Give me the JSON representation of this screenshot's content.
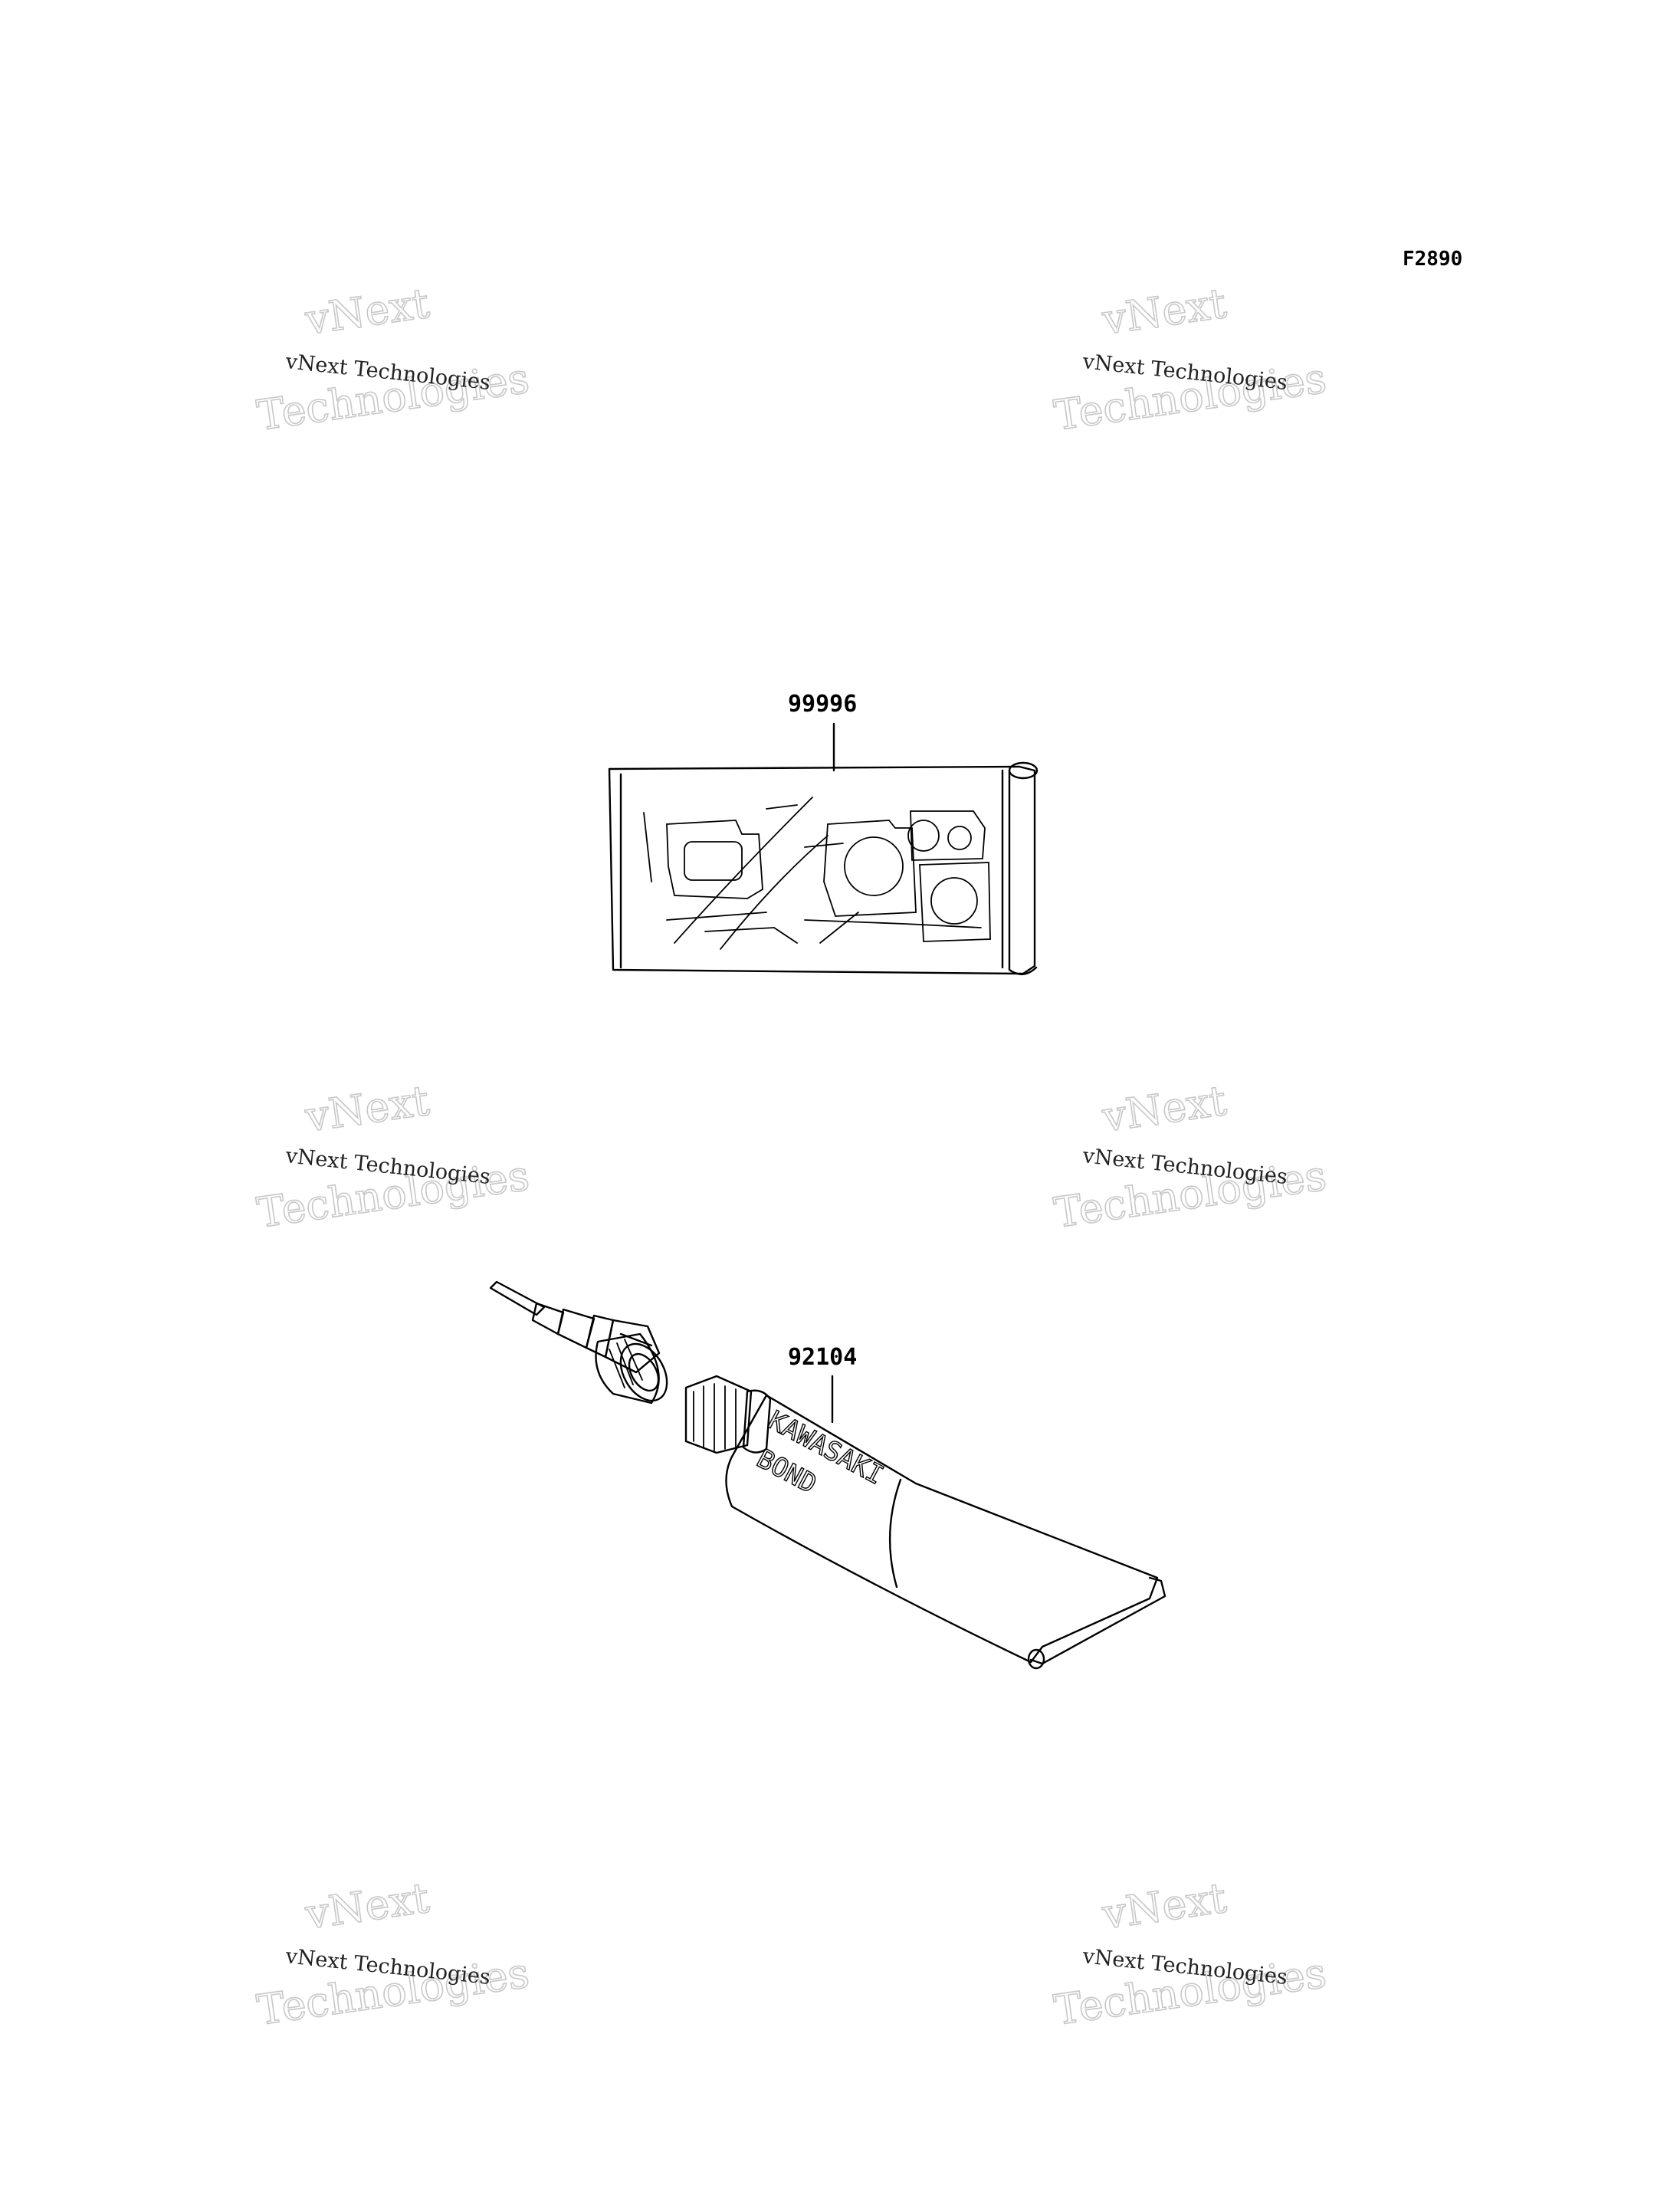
{
  "figure_id": "F2890",
  "parts": [
    {
      "part_number": "99996"
    },
    {
      "part_number": "92104"
    }
  ],
  "tube_label": {
    "line1": "KAWASAKI",
    "line2": "BOND"
  },
  "watermark": {
    "line_small": "vNext Technologies",
    "line_big_1": "vNext",
    "line_big_2": "Technologies"
  }
}
